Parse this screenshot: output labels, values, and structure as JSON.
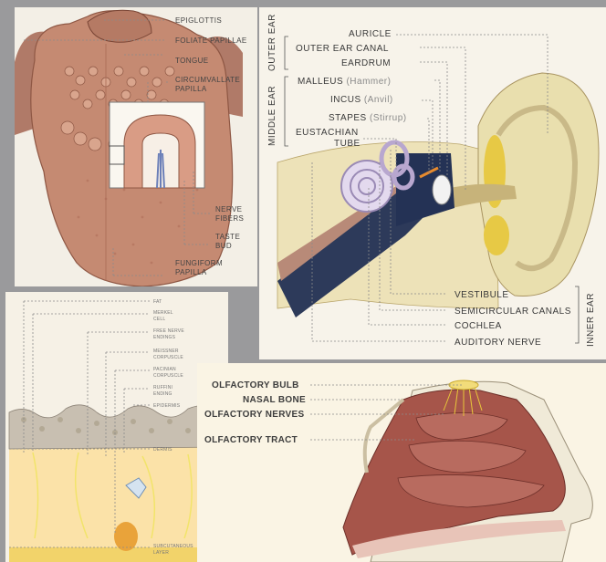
{
  "tongue": {
    "labels": {
      "epiglottis": "EPIGLOTTIS",
      "foliate": "FOLIATE PAPILLAE",
      "tongue": "TONGUE",
      "circumvallate_1": "CIRCUMVALLATE",
      "circumvallate_2": "PAPILLA",
      "nerve_1": "NERVE",
      "nerve_2": "FIBERS",
      "taste_1": "TASTE",
      "taste_2": "BUD",
      "fungiform_1": "FUNGIFORM",
      "fungiform_2": "PAPILLA"
    }
  },
  "ear": {
    "groups": {
      "outer": "OUTER EAR",
      "middle": "MIDDLE EAR",
      "inner": "INNER EAR"
    },
    "labels": {
      "auricle": "AURICLE",
      "outer_canal": "OUTER EAR CANAL",
      "eardrum": "EARDRUM",
      "malleus": "MALLEUS",
      "malleus_sub": "(Hammer)",
      "incus": "INCUS",
      "incus_sub": "(Anvil)",
      "stapes": "STAPES",
      "stapes_sub": "(Stirrup)",
      "eustachian_1": "EUSTACHIAN",
      "eustachian_2": "TUBE",
      "vestibule": "VESTIBULE",
      "semicircular": "SEMICIRCULAR CANALS",
      "cochlea": "COCHLEA",
      "auditory": "AUDITORY NERVE"
    }
  },
  "skin": {
    "labels": {
      "fat": "FAT",
      "merkel_1": "MERKEL",
      "merkel_2": "CELL",
      "free_1": "FREE NERVE",
      "free_2": "ENDINGS",
      "meissner_1": "MEISSNER",
      "meissner_2": "CORPUSCLE",
      "pacinian_1": "PACINIAN",
      "pacinian_2": "CORPUSCLE",
      "ruffini_1": "RUFFINI",
      "ruffini_2": "ENDING",
      "epidermis": "EPIDERMIS",
      "dermis": "DERMIS",
      "subcut_1": "SUBCUTANEOUS",
      "subcut_2": "LAYER"
    }
  },
  "nose": {
    "labels": {
      "bulb": "OLFACTORY BULB",
      "nasal_bone": "NASAL BONE",
      "nerves": "OLFACTORY NERVES",
      "tract": "OLFACTORY TRACT"
    }
  }
}
